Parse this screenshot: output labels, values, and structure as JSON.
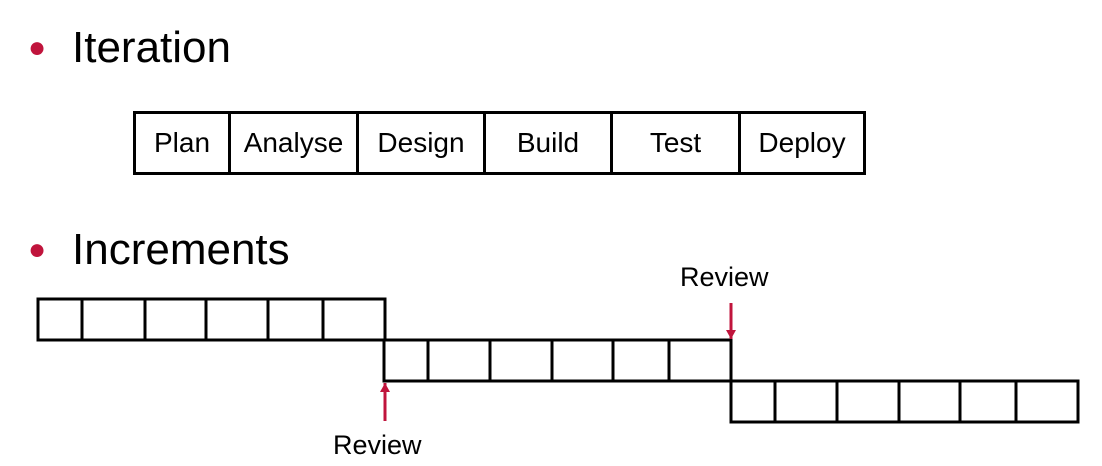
{
  "bullets": {
    "iteration": "Iteration",
    "increments": "Increments"
  },
  "phases": [
    "Plan",
    "Analyse",
    "Design",
    "Build",
    "Test",
    "Deploy"
  ],
  "increments": {
    "rows": 3,
    "cells_per_row": 6
  },
  "reviews": {
    "top_label": "Review",
    "bottom_label": "Review"
  },
  "colors": {
    "accent": "#c0143c",
    "line": "#000000"
  }
}
